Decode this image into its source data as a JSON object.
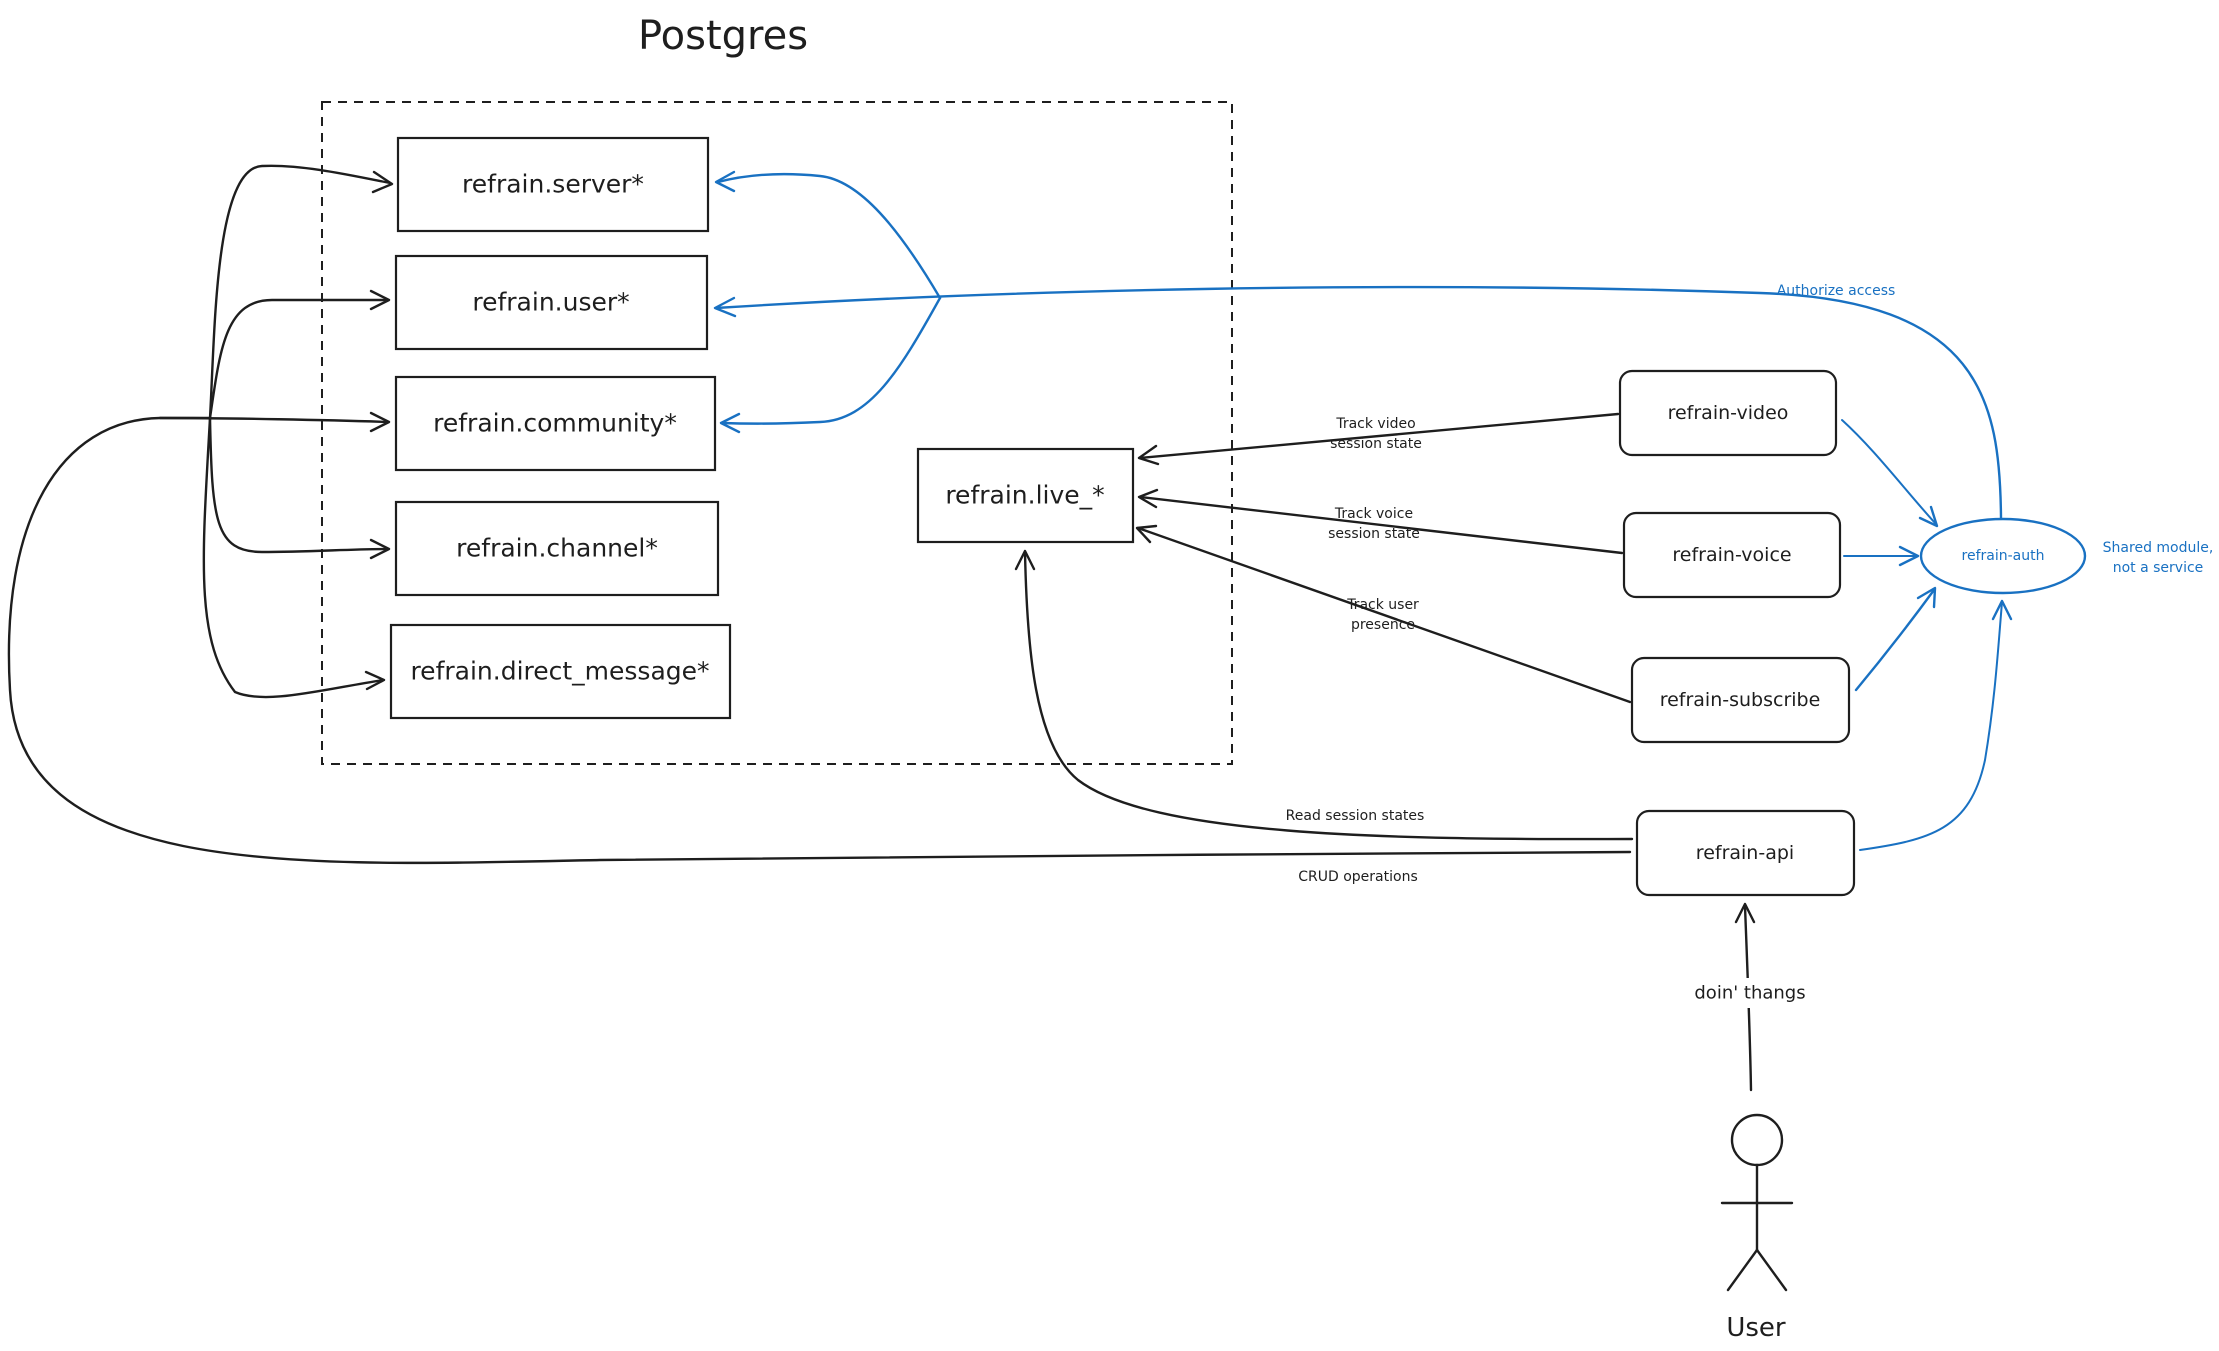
{
  "diagram": {
    "group_title": "Postgres",
    "tables": {
      "server": "refrain.server*",
      "user": "refrain.user*",
      "community": "refrain.community*",
      "channel": "refrain.channel*",
      "direct_message": "refrain.direct_message*",
      "live": "refrain.live_*"
    },
    "services": {
      "video": "refrain-video",
      "voice": "refrain-voice",
      "subscribe": "refrain-subscribe",
      "api": "refrain-api",
      "auth": "refrain-auth"
    },
    "labels": {
      "track_video_1": "Track video",
      "track_video_2": "session state",
      "track_voice_1": "Track voice",
      "track_voice_2": "session state",
      "track_user_1": "Track user",
      "track_user_2": "presence",
      "read_session": "Read session states",
      "crud": "CRUD operations",
      "authorize": "Authorize access",
      "shared_1": "Shared module,",
      "shared_2": "not a service",
      "doin": "doin' thangs"
    },
    "actor": "User",
    "colors": {
      "ink": "#1e1e1e",
      "accent_blue": "#1971c2",
      "background": "#ffffff"
    }
  }
}
